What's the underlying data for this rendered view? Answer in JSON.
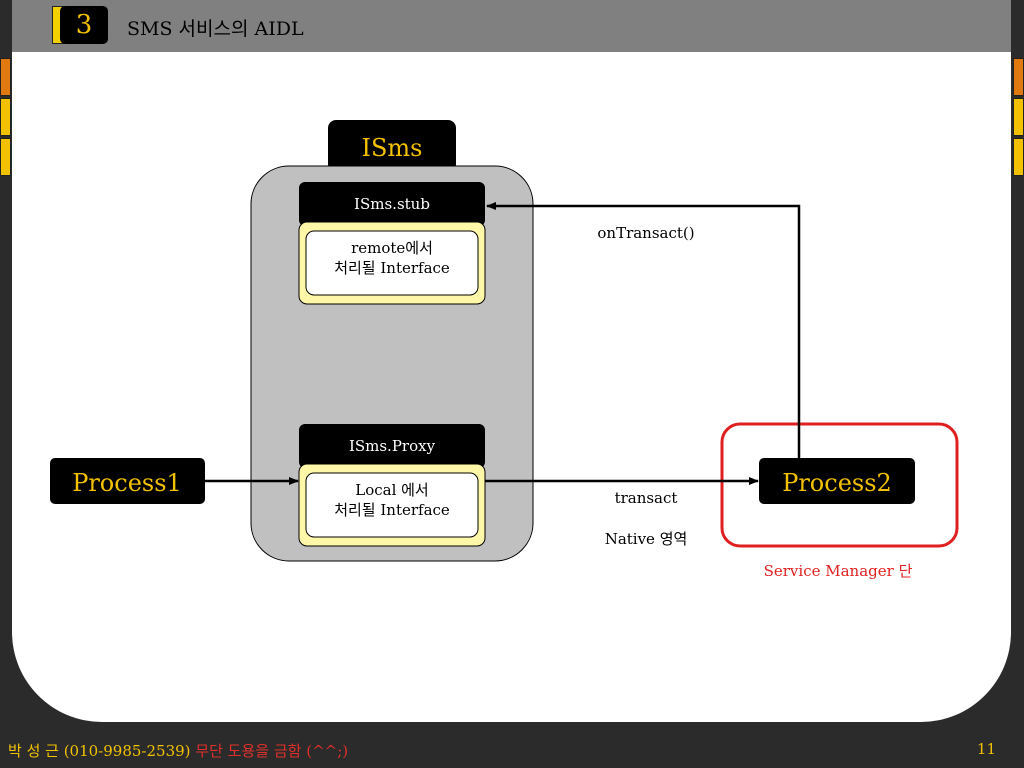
{
  "header": {
    "slide_number": "3",
    "title": "SMS 서비스의 AIDL"
  },
  "diagram": {
    "interface_tab": "ISms",
    "stub": {
      "title": "ISms.stub",
      "line1": "remote에서",
      "line2": "처리될 Interface"
    },
    "proxy": {
      "title": "ISms.Proxy",
      "line1": "Local 에서",
      "line2": "처리될 Interface"
    },
    "process1": "Process1",
    "process2": "Process2",
    "on_transact_label": "onTransact()",
    "transact_label": "transact",
    "native_label": "Native 영역",
    "service_manager_label": "Service Manager 단"
  },
  "footer": {
    "author": "박 성 근 (010-9985-2539)",
    "warning": "무단 도용을 금함 (^^;)",
    "page": "11"
  },
  "colors": {
    "accent_yellow": "#f2c200",
    "highlight_red": "#e02020",
    "container_gray": "#c0c0c0",
    "inner_box_yellow": "#fff7a8"
  }
}
